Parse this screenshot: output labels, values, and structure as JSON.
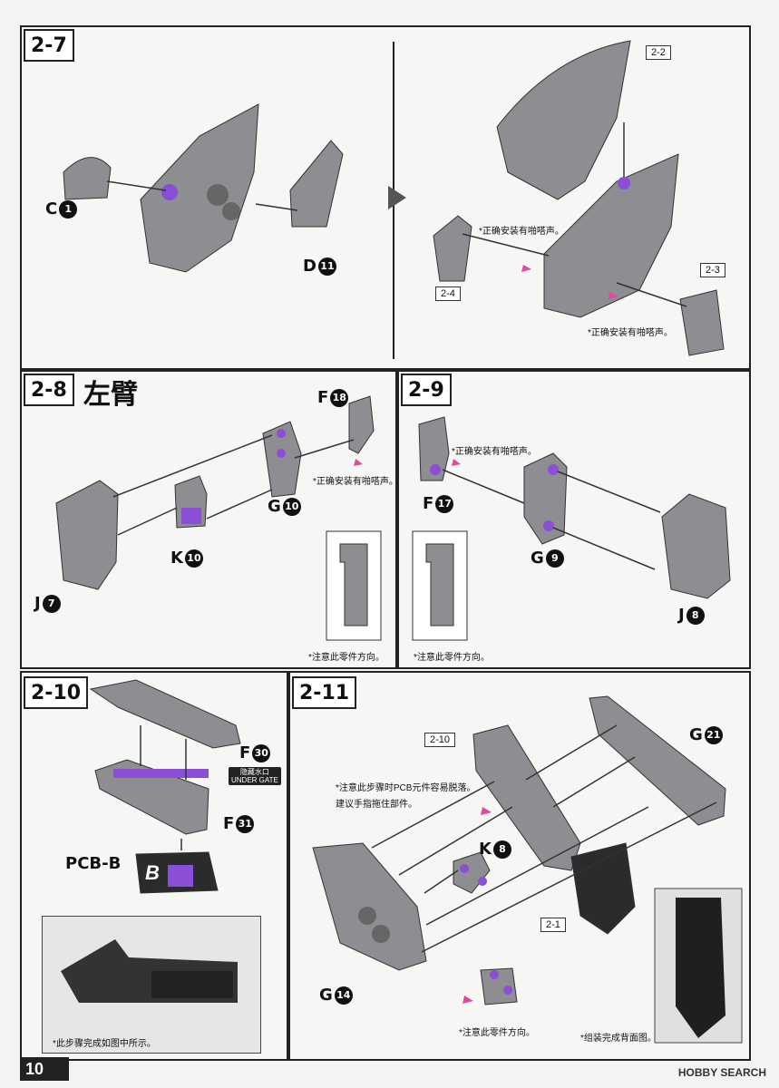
{
  "page_number": "10",
  "watermark": "HOBBY SEARCH",
  "steps": {
    "s27": {
      "label": "2-7",
      "parts": {
        "c": "C",
        "c_num": "1",
        "d": "D",
        "d_num": "11"
      },
      "sub": {
        "a": "2-2",
        "b": "2-3",
        "c": "2-4"
      },
      "notes": {
        "n1": "*正确安装有啪嗒声。",
        "n2": "*正确安装有啪嗒声。"
      }
    },
    "s28": {
      "label": "2-8",
      "title": "左臂",
      "parts": {
        "f": "F",
        "f_num": "18",
        "g": "G",
        "g_num": "10",
        "k": "K",
        "k_num": "10",
        "j": "J",
        "j_num": "7"
      },
      "notes": {
        "n1": "*正确安装有啪嗒声。",
        "n2": "*注意此零件方向。"
      }
    },
    "s29": {
      "label": "2-9",
      "parts": {
        "f": "F",
        "f_num": "17",
        "g": "G",
        "g_num": "9",
        "j": "J",
        "j_num": "8"
      },
      "notes": {
        "n1": "*正确安装有啪嗒声。",
        "n2": "*注意此零件方向。"
      }
    },
    "s210": {
      "label": "2-10",
      "parts": {
        "f1": "F",
        "f1_num": "30",
        "f2": "F",
        "f2_num": "31",
        "pcb": "PCB-B",
        "pcb_letter": "B"
      },
      "gate": {
        "cn": "隐藏水口",
        "en": "UNDER GATE"
      },
      "notes": {
        "n1": "*此步骤完成如图中所示。"
      }
    },
    "s211": {
      "label": "2-11",
      "parts": {
        "g1": "G",
        "g1_num": "21",
        "k": "K",
        "k_num": "8",
        "g2": "G",
        "g2_num": "14"
      },
      "sub": {
        "a": "2-10",
        "b": "2-1"
      },
      "notes": {
        "n1": "*注意此步骤时PCB元件容易脱落。",
        "n2": "建议手指拖住部件。",
        "n3": "*注意此零件方向。",
        "n4": "*组装完成背面图。"
      }
    }
  },
  "colors": {
    "accent": "#8a4fd6",
    "pink": "#e04a9c",
    "part_grey": "#8d8d92",
    "dark": "#2b2b2e"
  }
}
